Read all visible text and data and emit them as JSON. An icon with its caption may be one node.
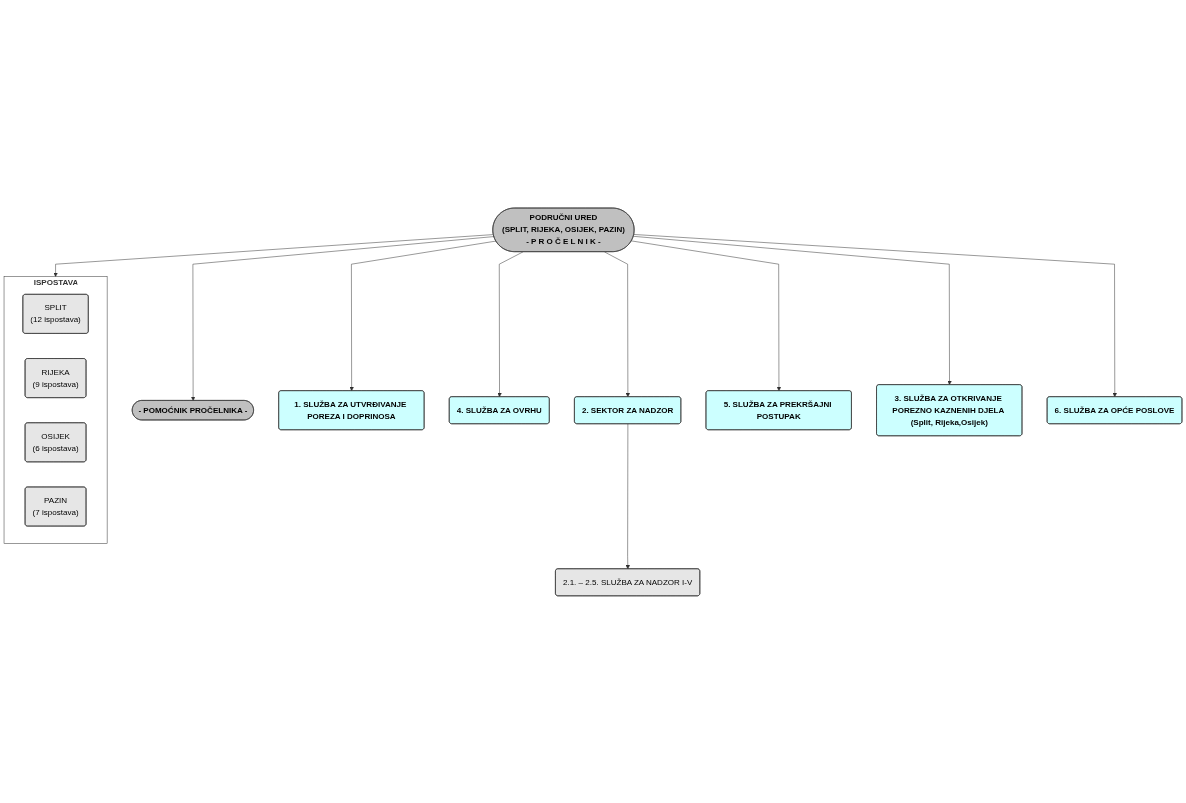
{
  "diagram": {
    "nodes": [
      {
        "text": [
          "PODRUČNI URED",
          "(SPLIT, RIJEKA, OSIJEK, PAZIN)",
          "- P R O Č E L N I K -"
        ]
      },
      {
        "text": [
          "- POMOĆNIK PROČELNIKA -"
        ]
      },
      {
        "text": [
          "1. SLUŽBA ZA UTVRĐIVANJE POREZA I DOPRINOSA"
        ]
      },
      {
        "text": [
          "4. SLUŽBA ZA OVRHU"
        ]
      },
      {
        "text": [
          "2. SEKTOR ZA NADZOR"
        ]
      },
      {
        "text": [
          "5. SLUŽBA ZA PREKRŠAJNI POSTUPAK"
        ]
      },
      {
        "text": [
          "2.1. – 2.5. SLUŽBA ZA NADZOR I-V"
        ]
      },
      {
        "text": [
          "3. SLUŽBA ZA OTKRIVANJE POREZNO KAZNENIH DJELA (Split, Rijeka,Osijek)"
        ]
      },
      {
        "text": [
          "6. SLUŽBA ZA OPĆE POSLOVE"
        ]
      },
      {
        "text": [
          "ISPOSTAVA"
        ]
      },
      {
        "text": [
          "SPLIT",
          "(12 ispostava)"
        ],
        "in": 9
      },
      {
        "text": [
          "RIJEKA",
          "(9 ispostava)"
        ],
        "in": 9
      },
      {
        "text": [
          "OSIJEK",
          "(6 ispostava)"
        ],
        "in": 9
      },
      {
        "text": [
          "PAZIN",
          "(7 ispostava)"
        ],
        "in": 9
      }
    ],
    "edges": [
      {
        "from": 0,
        "to": 1,
        "arrow": "to"
      },
      {
        "from": 0,
        "to": 2,
        "arrow": "to"
      },
      {
        "from": 0,
        "to": 3,
        "arrow": "to"
      },
      {
        "from": 0,
        "to": 4,
        "arrow": "to"
      },
      {
        "from": 0,
        "to": 5,
        "arrow": "to"
      },
      {
        "from": 4,
        "to": 6,
        "arrow": "to"
      },
      {
        "from": 0,
        "to": 7,
        "arrow": "to"
      },
      {
        "from": 0,
        "to": 8,
        "arrow": "to"
      },
      {
        "from": 0,
        "to": 9,
        "arrow": "to"
      }
    ]
  }
}
